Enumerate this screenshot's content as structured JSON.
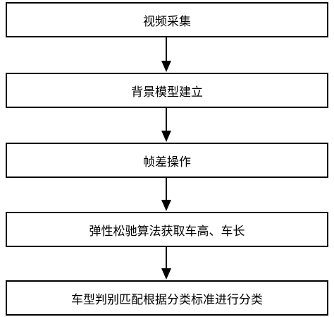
{
  "diagram": {
    "steps": [
      {
        "label": "视频采集"
      },
      {
        "label": "背景模型建立"
      },
      {
        "label": "帧差操作"
      },
      {
        "label": "弹性松驰算法获取车高、车长"
      },
      {
        "label": "车型判别匹配根据分类标准进行分类"
      }
    ]
  }
}
